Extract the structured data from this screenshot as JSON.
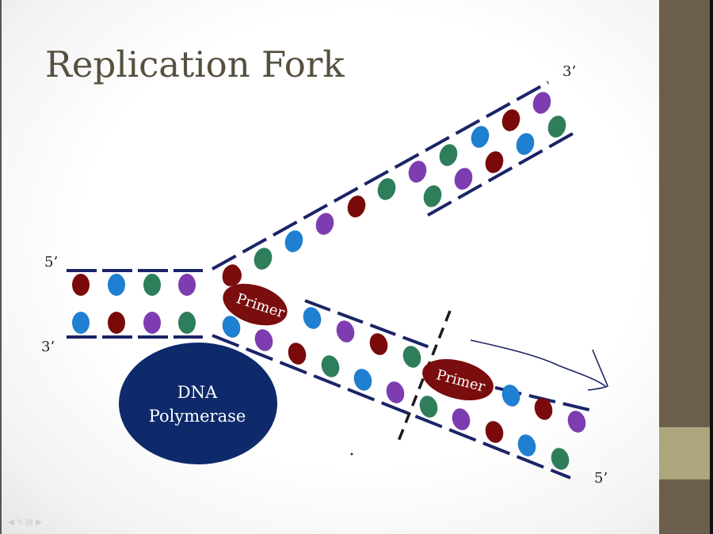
{
  "slide": {
    "title": "Replication Fork",
    "labels": {
      "left_top": "5’",
      "left_bottom": "3’",
      "upper_right": "3’",
      "lower_right": "5’"
    },
    "enzyme": {
      "line1": "DNA",
      "line2": "Polymerase"
    },
    "primers": [
      "Primer",
      "Primer"
    ],
    "colors": {
      "backbone": "#1b2466",
      "maroon": "#7a0a0a",
      "blue": "#1f7fd0",
      "green": "#2e7d5b",
      "purple": "#7d3db0",
      "polymerase": "#0e2a6b",
      "primer": "#7a0d0d",
      "sidebar": "#6c5e4c",
      "sidebar_accent": "#aca67c",
      "title": "#57503f"
    },
    "parent_duplex": {
      "top_bases": [
        "maroon",
        "blue",
        "green",
        "purple"
      ],
      "bottom_bases": [
        "blue",
        "maroon",
        "purple",
        "green"
      ]
    },
    "upper_strand": {
      "outer_bases": [
        "maroon",
        "green",
        "blue",
        "purple",
        "maroon",
        "green",
        "purple",
        "blue",
        "maroon",
        "purple"
      ],
      "inner_bases": [
        "green",
        "purple",
        "maroon",
        "blue",
        "green"
      ]
    },
    "lower_strand": {
      "inner_bases": [
        "blue",
        "purple",
        "maroon",
        "green",
        "blue",
        "purple",
        "maroon",
        "green",
        "blue",
        "maroon",
        "purple"
      ],
      "outer_bases": [
        "blue",
        "purple",
        "maroon",
        "green",
        "green",
        "purple",
        "maroon",
        "blue",
        "green"
      ]
    },
    "toolbar_icons": [
      "prev-icon",
      "pen-icon",
      "slides-icon",
      "next-icon"
    ]
  }
}
